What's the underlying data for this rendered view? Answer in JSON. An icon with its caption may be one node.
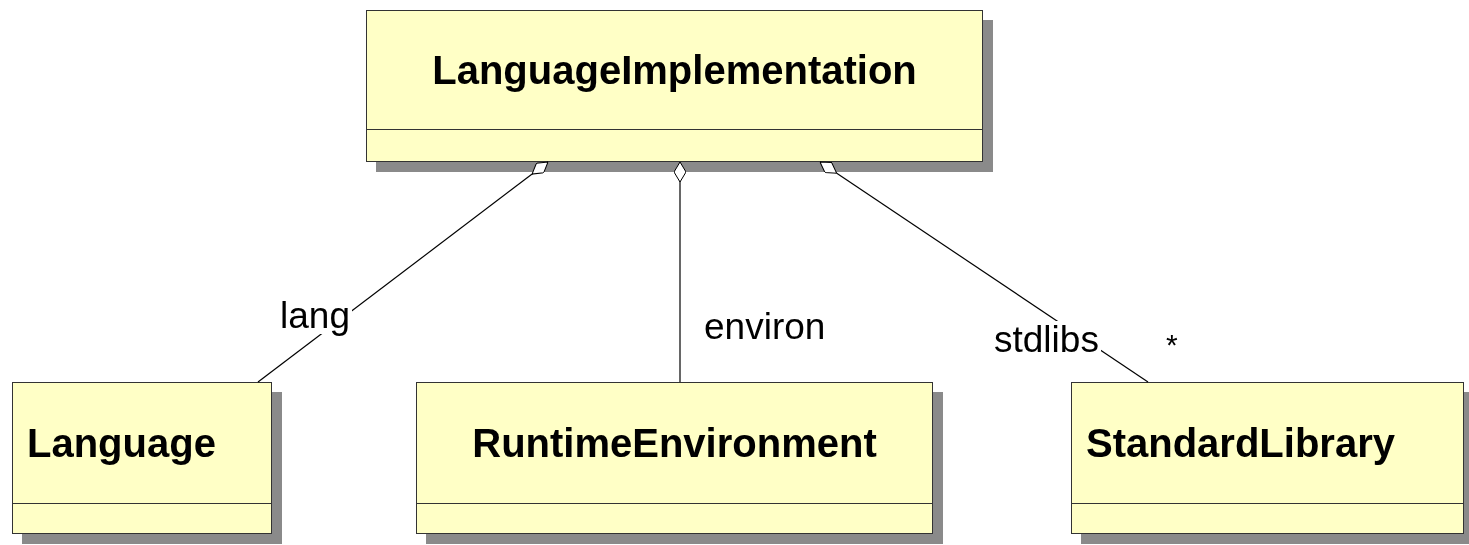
{
  "diagram": {
    "nodes": [
      {
        "text": [
          "LanguageImplementation"
        ]
      },
      {
        "text": [
          "Language"
        ]
      },
      {
        "text": [
          "RuntimeEnvironment"
        ]
      },
      {
        "text": [
          "StandardLibrary"
        ]
      }
    ],
    "edges": [
      {
        "from": 0,
        "to": 1,
        "arrow": "other",
        "label": "lang"
      },
      {
        "from": 0,
        "to": 2,
        "arrow": "other",
        "label": "environ"
      },
      {
        "from": 0,
        "to": 3,
        "arrow": "other",
        "label": "stdlibs"
      }
    ],
    "labels": [
      "*"
    ]
  }
}
